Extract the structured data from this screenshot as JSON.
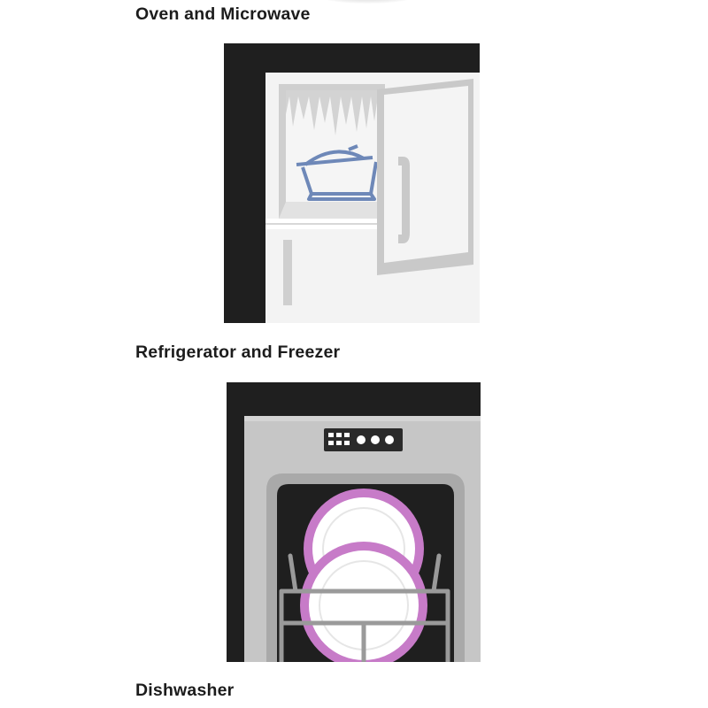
{
  "captions": {
    "oven": "Oven and Microwave",
    "fridge": "Refrigerator and Freezer",
    "dishwasher": "Dishwasher"
  },
  "illustrations": [
    {
      "subject": "refrigerator-freezer-with-dish",
      "icon": "refrigerator-icon"
    },
    {
      "subject": "dishwasher-with-plates",
      "icon": "dishwasher-icon"
    }
  ],
  "colors": {
    "background": "#ffffff",
    "illustration_dark": "#1f1f1f",
    "appliance_gray": "#c8c8c8",
    "appliance_light": "#f2f2f2",
    "dish_blue": "#6e88b8",
    "plate_pink": "#c77bc8"
  }
}
